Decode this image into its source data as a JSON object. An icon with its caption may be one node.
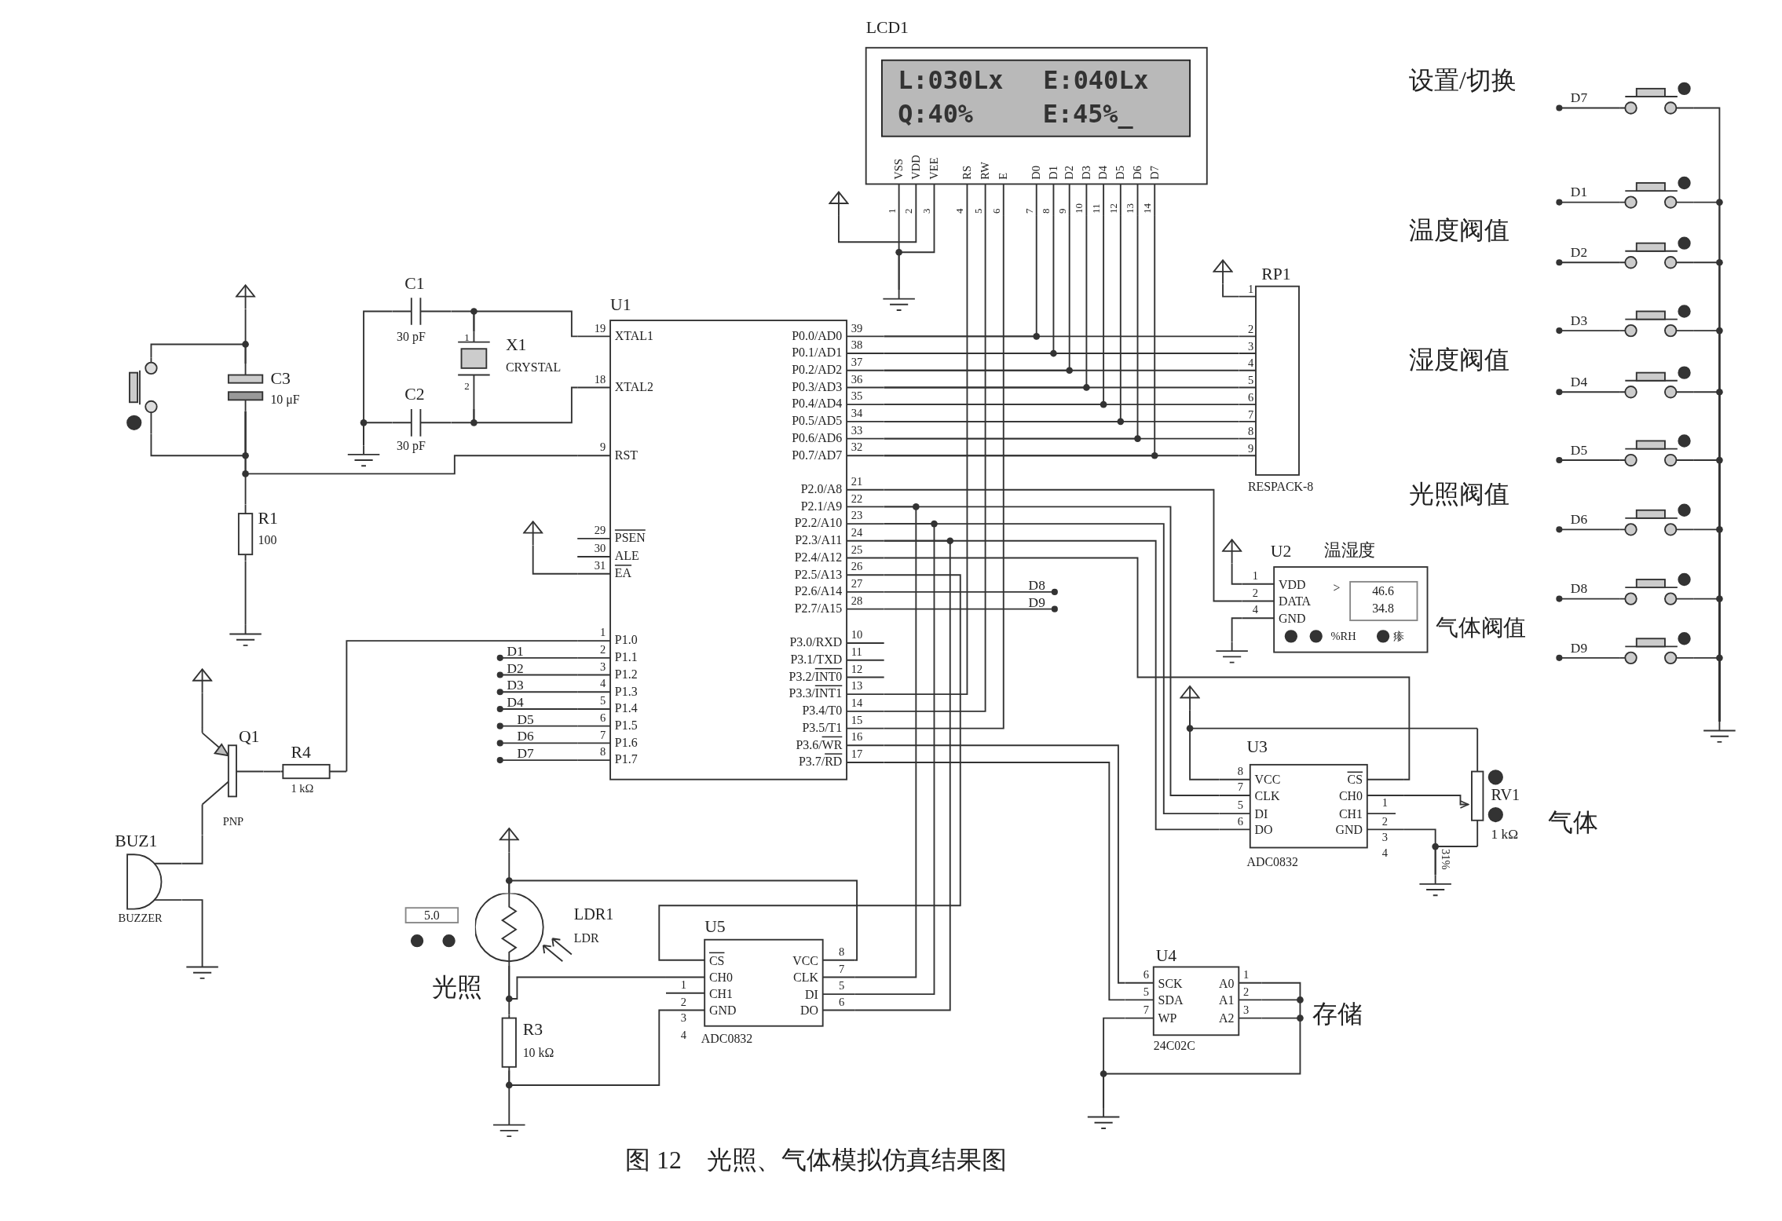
{
  "diagram": {
    "caption": "图 12　光照、气体模拟仿真结果图",
    "nodes": [
      {
        "text": [
          "LCD1",
          "L:030Lx E:040Lx",
          "Q:40% E:45%_",
          "VSS",
          "VDD",
          "VEE",
          "RS",
          "RW",
          "E",
          "D0",
          "D1",
          "D2",
          "D3",
          "D4",
          "D5",
          "D6",
          "D7",
          "1",
          "2",
          "3",
          "4",
          "5",
          "6",
          "7",
          "8",
          "9",
          "10",
          "11",
          "12",
          "13",
          "14"
        ]
      },
      {
        "text": [
          "C1",
          "30 pF"
        ]
      },
      {
        "text": [
          "X1",
          "CRYSTAL",
          "1",
          "2"
        ]
      },
      {
        "text": [
          "C2",
          "30 pF"
        ]
      },
      {
        "text": [
          "U1",
          "XTAL1",
          "XTAL2",
          "RST",
          "PSEN",
          "ALE",
          "EA",
          "P1.0",
          "P1.1",
          "P1.2",
          "P1.3",
          "P1.4",
          "P1.5",
          "P1.6",
          "P1.7",
          "P0.0/AD0",
          "P0.1/AD1",
          "P0.2/AD2",
          "P0.3/AD3",
          "P0.4/AD4",
          "P0.5/AD5",
          "P0.6/AD6",
          "P0.7/AD7",
          "P2.0/A8",
          "P2.1/A9",
          "P2.2/A10",
          "P2.3/A11",
          "P2.4/A12",
          "P2.5/A13",
          "P2.6/A14",
          "P2.7/A15",
          "P3.0/RXD",
          "P3.1/TXD",
          "P3.2/INT0",
          "P3.3/INT1",
          "P3.4/T0",
          "P3.5/T1",
          "P3.6/WR",
          "P3.7/RD",
          "19",
          "18",
          "9",
          "29",
          "30",
          "31",
          "1",
          "2",
          "3",
          "4",
          "5",
          "6",
          "7",
          "8",
          "39",
          "38",
          "37",
          "36",
          "35",
          "34",
          "33",
          "32",
          "21",
          "22",
          "23",
          "24",
          "25",
          "26",
          "27",
          "28",
          "10",
          "11",
          "12",
          "13",
          "14",
          "15",
          "16",
          "17"
        ]
      },
      {
        "text": [
          "RP1",
          "1",
          "2",
          "3",
          "4",
          "5",
          "6",
          "7",
          "8",
          "9",
          "RESPACK-8"
        ]
      },
      {
        "text": [
          "C3",
          "10 μF"
        ]
      },
      {
        "text": [],
        "shape": "button"
      },
      {
        "text": [
          "R1",
          "100"
        ]
      },
      {
        "text": [
          "U2",
          "温湿度",
          "VDD",
          "DATA",
          "GND",
          ">",
          "46.6",
          "34.8",
          "%RH",
          "瘆",
          "1",
          "2",
          "4"
        ]
      },
      {
        "text": [
          "U3",
          "VCC",
          "CLK",
          "DI",
          "DO",
          "CS",
          "CH0",
          "CH1",
          "GND",
          "8",
          "7",
          "5",
          "6",
          "1",
          "2",
          "3",
          "4",
          "ADC0832"
        ]
      },
      {
        "text": [
          "RV1",
          "1 kΩ"
        ]
      },
      {
        "text": [
          "Q1",
          "PNP"
        ]
      },
      {
        "text": [
          "R4",
          "1 kΩ"
        ]
      },
      {
        "text": [
          "BUZ1",
          "BUZZER"
        ]
      },
      {
        "text": [
          "5.0"
        ]
      },
      {
        "text": [
          "LDR1",
          "LDR"
        ]
      },
      {
        "text": [
          "U5",
          "CS",
          "CH0",
          "CH1",
          "GND",
          "VCC",
          "CLK",
          "DI",
          "DO",
          "1",
          "2",
          "3",
          "4",
          "8",
          "7",
          "5",
          "6",
          "ADC0832"
        ]
      },
      {
        "text": [
          "R3",
          "10 kΩ"
        ]
      },
      {
        "text": [
          "U4",
          "SCK",
          "SDA",
          "WP",
          "A0",
          "A1",
          "A2",
          "6",
          "5",
          "7",
          "1",
          "2",
          "3",
          "24C02C"
        ]
      },
      {
        "text": [],
        "shape": "button"
      },
      {
        "text": [],
        "shape": "button"
      },
      {
        "text": [],
        "shape": "button"
      },
      {
        "text": [],
        "shape": "button"
      },
      {
        "text": [],
        "shape": "button"
      },
      {
        "text": [],
        "shape": "button"
      },
      {
        "text": [],
        "shape": "button"
      },
      {
        "text": [],
        "shape": "button"
      },
      {
        "text": [],
        "shape": "button"
      },
      {
        "text": [],
        "shape": "terminal"
      },
      {
        "text": [],
        "shape": "terminal"
      },
      {
        "text": [],
        "shape": "terminal"
      },
      {
        "text": [],
        "shape": "terminal"
      },
      {
        "text": [],
        "shape": "terminal"
      },
      {
        "text": [],
        "shape": "terminal"
      },
      {
        "text": [],
        "shape": "terminal"
      },
      {
        "text": [],
        "shape": "terminal"
      },
      {
        "text": [],
        "shape": "ground"
      },
      {
        "text": [],
        "shape": "ground"
      },
      {
        "text": [],
        "shape": "ground"
      },
      {
        "text": [],
        "shape": "ground"
      },
      {
        "text": [],
        "shape": "ground"
      },
      {
        "text": [],
        "shape": "ground"
      },
      {
        "text": [],
        "shape": "ground"
      },
      {
        "text": [],
        "shape": "ground"
      },
      {
        "text": [],
        "shape": "ground"
      }
    ],
    "edges": [
      {
        "from": 0,
        "to": 29,
        "arrow": "none"
      },
      {
        "from": 0,
        "to": 37,
        "arrow": "none"
      },
      {
        "from": 0,
        "to": 37,
        "arrow": "none"
      },
      {
        "from": 4,
        "to": 0,
        "arrow": "none"
      },
      {
        "from": 4,
        "to": 0,
        "arrow": "none"
      },
      {
        "from": 4,
        "to": 0,
        "arrow": "none"
      },
      {
        "from": 4,
        "to": 0,
        "arrow": "none"
      },
      {
        "from": 4,
        "to": 0,
        "arrow": "none"
      },
      {
        "from": 4,
        "to": 0,
        "arrow": "none"
      },
      {
        "from": 4,
        "to": 0,
        "arrow": "none"
      },
      {
        "from": 4,
        "to": 0,
        "arrow": "none"
      },
      {
        "from": 4,
        "to": 5,
        "arrow": "none"
      },
      {
        "from": 4,
        "to": 5,
        "arrow": "none"
      },
      {
        "from": 4,
        "to": 5,
        "arrow": "none"
      },
      {
        "from": 4,
        "to": 5,
        "arrow": "none"
      },
      {
        "from": 4,
        "to": 5,
        "arrow": "none"
      },
      {
        "from": 4,
        "to": 5,
        "arrow": "none"
      },
      {
        "from": 4,
        "to": 5,
        "arrow": "none"
      },
      {
        "from": 4,
        "to": 5,
        "arrow": "none"
      },
      {
        "from": 30,
        "to": 5,
        "arrow": "none"
      },
      {
        "from": 4,
        "to": 0,
        "arrow": "none"
      },
      {
        "from": 4,
        "to": 0,
        "arrow": "none"
      },
      {
        "from": 4,
        "to": 0,
        "arrow": "none"
      },
      {
        "from": 1,
        "to": 38,
        "arrow": "none"
      },
      {
        "from": 1,
        "to": 2,
        "arrow": "none"
      },
      {
        "from": 2,
        "to": 4,
        "arrow": "none"
      },
      {
        "from": 3,
        "to": 38,
        "arrow": "none"
      },
      {
        "from": 3,
        "to": 2,
        "arrow": "none"
      },
      {
        "from": 2,
        "to": 4,
        "arrow": "none"
      },
      {
        "from": 31,
        "to": 6,
        "arrow": "none"
      },
      {
        "from": 7,
        "to": 6,
        "arrow": "none"
      },
      {
        "from": 7,
        "to": 6,
        "arrow": "none"
      },
      {
        "from": 6,
        "to": 8,
        "arrow": "none"
      },
      {
        "from": 6,
        "to": 4,
        "arrow": "none"
      },
      {
        "from": 8,
        "to": 39,
        "arrow": "none"
      },
      {
        "from": 32,
        "to": 4,
        "arrow": "none"
      },
      {
        "from": 4,
        "to": 13,
        "arrow": "none"
      },
      {
        "from": 4,
        "to": null,
        "arrow": "other",
        "label": "D1"
      },
      {
        "from": 4,
        "to": null,
        "arrow": "other",
        "label": "D2"
      },
      {
        "from": 4,
        "to": null,
        "arrow": "other",
        "label": "D3"
      },
      {
        "from": 4,
        "to": null,
        "arrow": "other",
        "label": "D4"
      },
      {
        "from": 4,
        "to": null,
        "arrow": "other",
        "label": "D5"
      },
      {
        "from": 4,
        "to": null,
        "arrow": "other",
        "label": "D6"
      },
      {
        "from": 4,
        "to": null,
        "arrow": "other",
        "label": "D7"
      },
      {
        "from": 4,
        "to": 9,
        "arrow": "none"
      },
      {
        "from": 4,
        "to": 10,
        "arrow": "none"
      },
      {
        "from": 4,
        "to": 17,
        "arrow": "none"
      },
      {
        "from": 4,
        "to": 10,
        "arrow": "none"
      },
      {
        "from": 4,
        "to": 17,
        "arrow": "none"
      },
      {
        "from": 4,
        "to": 10,
        "arrow": "none"
      },
      {
        "from": 4,
        "to": 17,
        "arrow": "none"
      },
      {
        "from": 4,
        "to": 10,
        "arrow": "none"
      },
      {
        "from": 4,
        "to": 17,
        "arrow": "none"
      },
      {
        "from": 4,
        "to": null,
        "arrow": "other",
        "label": "D8"
      },
      {
        "from": 4,
        "to": null,
        "arrow": "other",
        "label": "D9"
      },
      {
        "from": 4,
        "to": 19,
        "arrow": "none"
      },
      {
        "from": 4,
        "to": 19,
        "arrow": "none"
      },
      {
        "from": 33,
        "to": 9,
        "arrow": "none"
      },
      {
        "from": 9,
        "to": 40,
        "arrow": "none"
      },
      {
        "from": 35,
        "to": 10,
        "arrow": "none"
      },
      {
        "from": 35,
        "to": 11,
        "arrow": "none"
      },
      {
        "from": 10,
        "to": 11,
        "arrow": "to"
      },
      {
        "from": 10,
        "to": 42,
        "arrow": "none"
      },
      {
        "from": 11,
        "to": 42,
        "arrow": "none"
      },
      {
        "from": 34,
        "to": 12,
        "arrow": "none"
      },
      {
        "from": 12,
        "to": 13,
        "arrow": "none"
      },
      {
        "from": 12,
        "to": 14,
        "arrow": "none"
      },
      {
        "from": 14,
        "to": 43,
        "arrow": "none"
      },
      {
        "from": 36,
        "to": 16,
        "arrow": "none"
      },
      {
        "from": 16,
        "to": 17,
        "arrow": "none"
      },
      {
        "from": 17,
        "to": 16,
        "arrow": "none"
      },
      {
        "from": 16,
        "to": 18,
        "arrow": "none"
      },
      {
        "from": 17,
        "to": 18,
        "arrow": "none"
      },
      {
        "from": 18,
        "to": 45,
        "arrow": "none"
      },
      {
        "from": 19,
        "to": 44,
        "arrow": "none"
      },
      {
        "from": 19,
        "to": 44,
        "arrow": "none"
      },
      {
        "from": null,
        "to": 20,
        "arrow": "other",
        "label": "D7"
      },
      {
        "from": null,
        "to": 21,
        "arrow": "other",
        "label": "D1"
      },
      {
        "from": null,
        "to": 22,
        "arrow": "other",
        "label": "D2"
      },
      {
        "from": null,
        "to": 23,
        "arrow": "other",
        "label": "D3"
      },
      {
        "from": null,
        "to": 24,
        "arrow": "other",
        "label": "D4"
      },
      {
        "from": null,
        "to": 25,
        "arrow": "other",
        "label": "D5"
      },
      {
        "from": null,
        "to": 26,
        "arrow": "other",
        "label": "D6"
      },
      {
        "from": null,
        "to": 27,
        "arrow": "other",
        "label": "D8"
      },
      {
        "from": null,
        "to": 28,
        "arrow": "other",
        "label": "D9"
      },
      {
        "from": 20,
        "to": 41,
        "arrow": "none"
      },
      {
        "from": 21,
        "to": 41,
        "arrow": "none"
      },
      {
        "from": 22,
        "to": 41,
        "arrow": "none"
      },
      {
        "from": 23,
        "to": 41,
        "arrow": "none"
      },
      {
        "from": 24,
        "to": 41,
        "arrow": "none"
      },
      {
        "from": 25,
        "to": 41,
        "arrow": "none"
      },
      {
        "from": 26,
        "to": 41,
        "arrow": "none"
      },
      {
        "from": 27,
        "to": 41,
        "arrow": "none"
      },
      {
        "from": 28,
        "to": 41,
        "arrow": "none"
      }
    ],
    "labels": [
      "设置/切换",
      "温度阀值",
      "湿度阀值",
      "光照阀值",
      "气体阀值",
      "气体",
      "31%",
      "光照",
      "存储"
    ]
  }
}
